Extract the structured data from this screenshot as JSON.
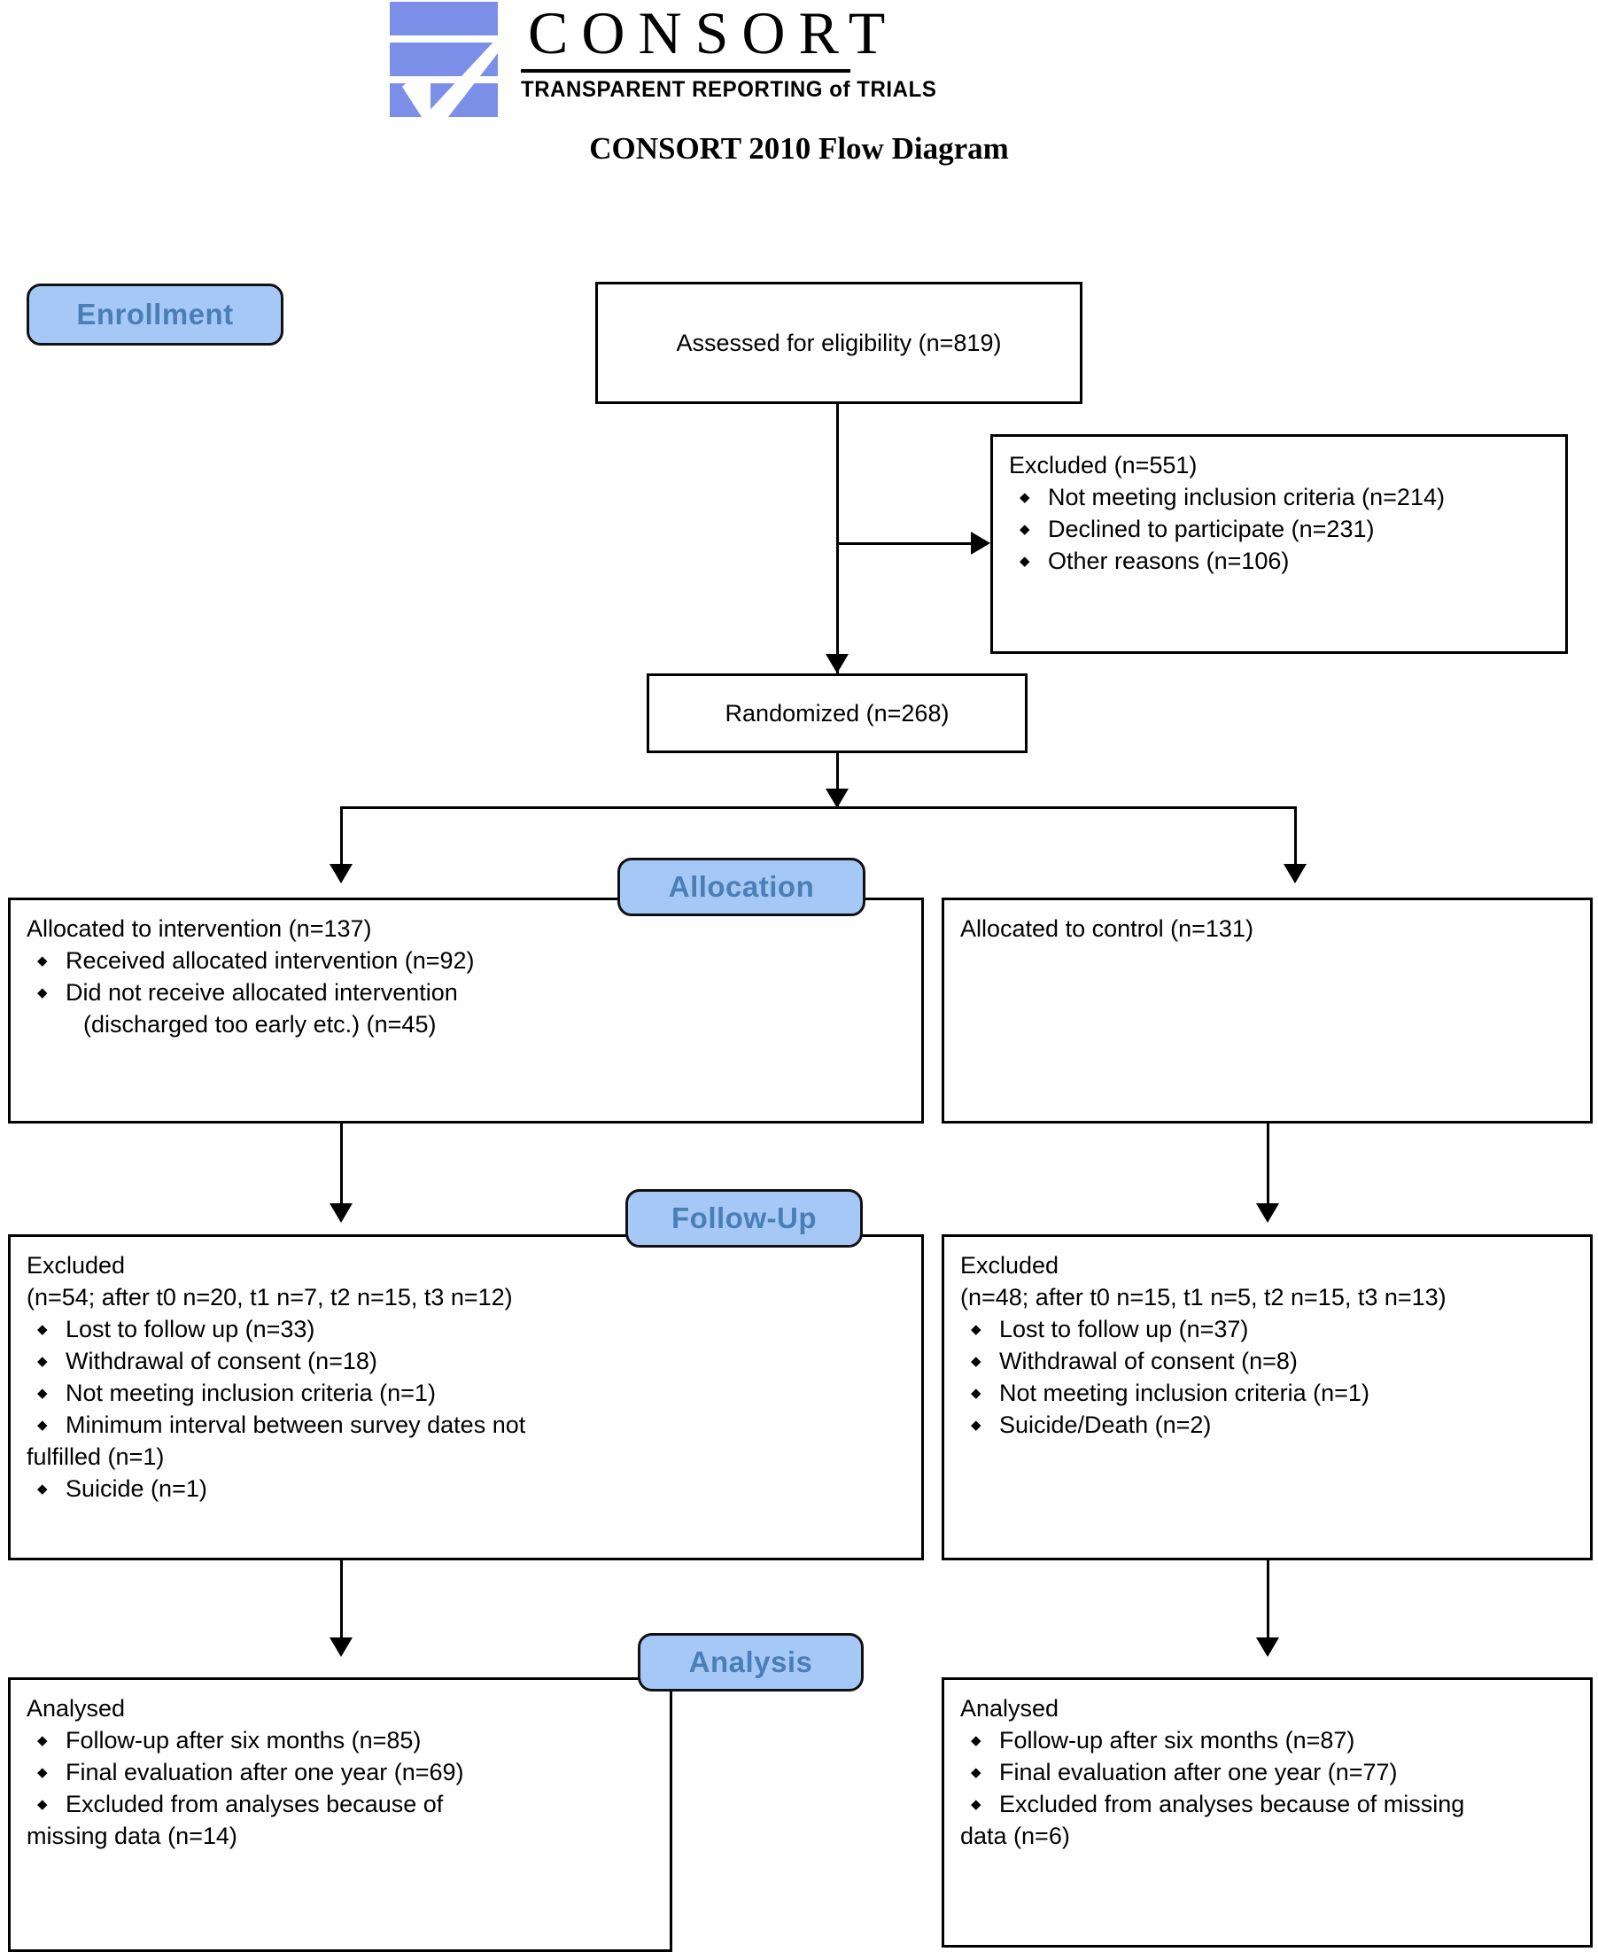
{
  "header": {
    "logo_text": "CONSORT",
    "logo_tagline": "TRANSPARENT REPORTING of TRIALS",
    "diagram_title": "CONSORT 2010 Flow Diagram",
    "logo_color": "#7b8fe8"
  },
  "stages": {
    "enrollment": "Enrollment",
    "allocation": "Allocation",
    "followup": "Follow-Up",
    "analysis": "Analysis",
    "badge_fill": "#a6c8f7",
    "badge_text_color": "#4a7fb5"
  },
  "boxes": {
    "assessed": {
      "title": "Assessed for eligibility (n=819)"
    },
    "excluded_screen": {
      "title": "Excluded (n=551)",
      "items": [
        "Not meeting inclusion criteria (n=214)",
        "Declined to participate (n=231)",
        "Other reasons (n=106)"
      ]
    },
    "randomized": {
      "title": "Randomized (n=268)"
    },
    "alloc_intervention": {
      "title": "Allocated to intervention (n=137)",
      "items": [
        "Received allocated intervention (n=92)",
        "Did not receive allocated intervention"
      ],
      "item2_continuation": "(discharged too early etc.) (n=45)"
    },
    "alloc_control": {
      "title": "Allocated to control (n=131)",
      "items": []
    },
    "followup_intervention": {
      "title": "Excluded",
      "subtitle": "(n=54; after t0 n=20, t1 n=7, t2 n=15, t3 n=12)",
      "items": [
        "Lost to follow up (n=33)",
        "Withdrawal of consent (n=18)",
        "Not meeting inclusion criteria (n=1)",
        "Minimum interval between survey dates not"
      ],
      "item4_continuation": "fulfilled (n=1)",
      "items_after": [
        "Suicide (n=1)"
      ]
    },
    "followup_control": {
      "title": "Excluded",
      "subtitle": "(n=48; after t0 n=15, t1 n=5, t2 n=15, t3 n=13)",
      "items": [
        "Lost to follow up (n=37)",
        "Withdrawal of consent (n=8)",
        "Not meeting inclusion criteria (n=1)",
        " Suicide/Death (n=2)"
      ]
    },
    "analysis_intervention": {
      "title": "Analysed",
      "items": [
        "Follow-up after six months (n=85)",
        "Final evaluation after one year (n=69)",
        "Excluded from analyses because of"
      ],
      "item3_continuation": "missing data (n=14)"
    },
    "analysis_control": {
      "title": "Analysed",
      "items": [
        "Follow-up after six months (n=87)",
        "Final evaluation after one year (n=77)",
        "Excluded from analyses because of missing"
      ],
      "item3_continuation": "data (n=6)"
    }
  }
}
